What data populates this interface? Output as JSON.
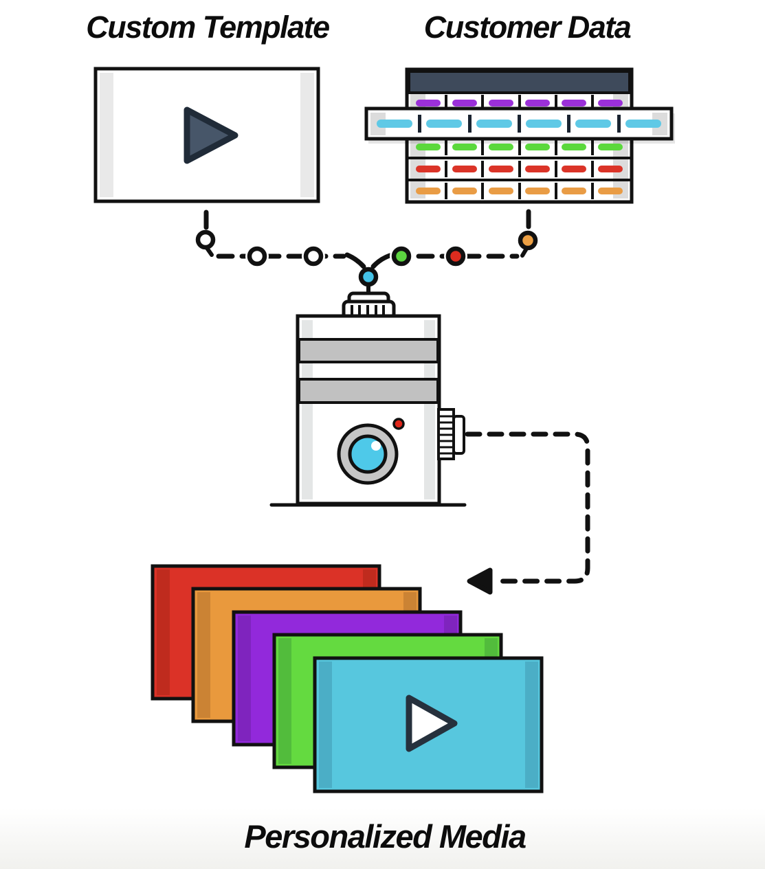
{
  "diagram": {
    "labels": {
      "template": "Custom Template",
      "customer_data": "Customer Data",
      "output": "Personalized Media"
    },
    "colors": {
      "outline": "#111111",
      "header_slate": "#3E4A5B",
      "play_slate": "#475669",
      "template_strip": "#E9E9E9",
      "table_strip": "#DCDCDC",
      "machine_strip": "#E4E6E6",
      "machine_band": "#C1C1C1",
      "lens_ring": "#C6C6C6",
      "lens_cyan": "#4EC9E9",
      "indicator_red": "#E0261A",
      "node_white": "#FFFFFF",
      "node_cyan": "#45C3E8",
      "node_green": "#5CD440",
      "node_red": "#DD2C1F",
      "node_orange": "#EDA044"
    },
    "table": {
      "columns": 6,
      "rows": [
        {
          "label": "record-1",
          "color": "#9B30D9",
          "pulled_out": false
        },
        {
          "label": "record-2-selected",
          "color": "#5FC9E6",
          "pulled_out": true
        },
        {
          "label": "record-3",
          "color": "#5BD83C",
          "pulled_out": false
        },
        {
          "label": "record-4",
          "color": "#DB3428",
          "pulled_out": false
        },
        {
          "label": "record-5",
          "color": "#E99C45",
          "pulled_out": false
        }
      ]
    },
    "output_cards": [
      {
        "label": "media-red",
        "color": "#DB3227",
        "edge": "#BF2B1E",
        "has_play": false
      },
      {
        "label": "media-orange",
        "color": "#E9993D",
        "edge": "#CB8334",
        "has_play": false
      },
      {
        "label": "media-purple",
        "color": "#9229DB",
        "edge": "#7F24BE",
        "has_play": false
      },
      {
        "label": "media-green",
        "color": "#64DA40",
        "edge": "#52BC3C",
        "has_play": false
      },
      {
        "label": "media-cyan",
        "color": "#57C7DE",
        "edge": "#4BAEC6",
        "has_play": true
      }
    ]
  }
}
